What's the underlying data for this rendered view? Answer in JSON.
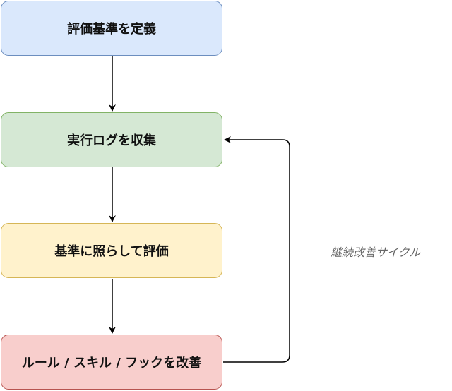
{
  "steps": [
    "評価基準を定義",
    "実行ログを収集",
    "基準に照らして評価",
    "ルール / スキル / フックを改善"
  ],
  "loop_label": "継続改善サイクル",
  "colors": {
    "step1_fill": "#dae8fc",
    "step1_stroke": "#6c8ebf",
    "step2_fill": "#d5e8d4",
    "step2_stroke": "#82b366",
    "step3_fill": "#fff2cc",
    "step3_stroke": "#d6b656",
    "step4_fill": "#f8cecc",
    "step4_stroke": "#b85450",
    "arrow": "#000000",
    "loop_label": "#666666"
  }
}
